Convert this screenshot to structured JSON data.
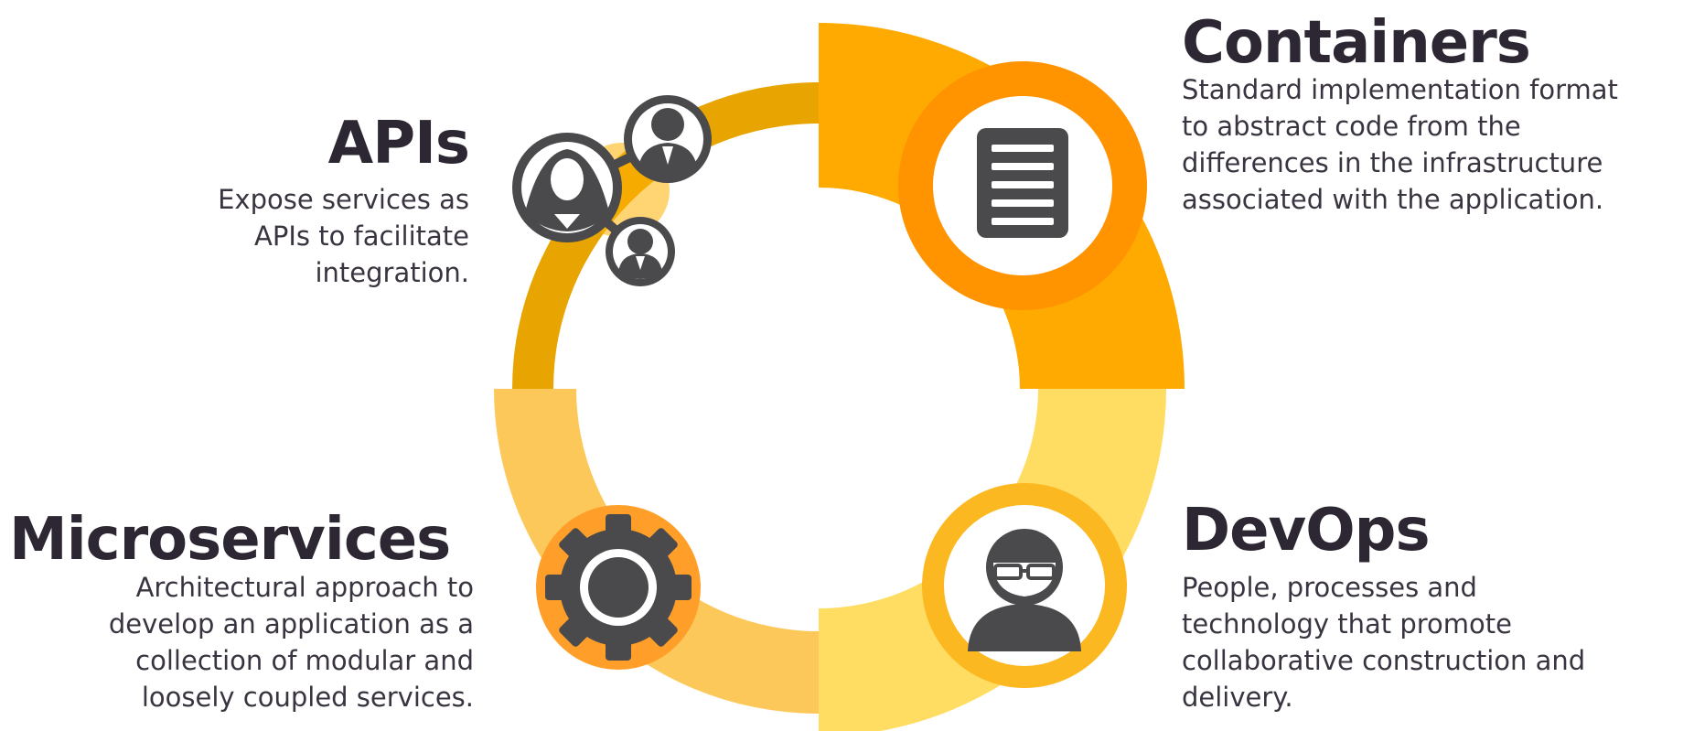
{
  "sections": {
    "apis": {
      "title": "APIs",
      "description": "Expose services as\nAPIs to facilitate\nintegration.",
      "icon": "people-network-icon",
      "color": "#e8a400"
    },
    "containers": {
      "title": "Containers",
      "description": "Standard implementation format\nto abstract code from the\ndifferences in the infrastructure\nassociated with the application.",
      "icon": "document-icon",
      "color": "#ffaa00"
    },
    "devops": {
      "title": "DevOps",
      "description": "People, processes and\ntechnology that promote\ncollaborative construction and\ndelivery.",
      "icon": "developer-icon",
      "color": "#ffdc62"
    },
    "microservices": {
      "title": "Microservices",
      "description": "Architectural approach to\ndevelop an application as a\ncollection of modular and\nloosely coupled services.",
      "icon": "gear-icon",
      "color": "#fdc85a"
    }
  },
  "colors": {
    "text_dark": "#2d2733",
    "icon_gray": "#4a4a4c",
    "accent_orange": "#ff9300"
  }
}
